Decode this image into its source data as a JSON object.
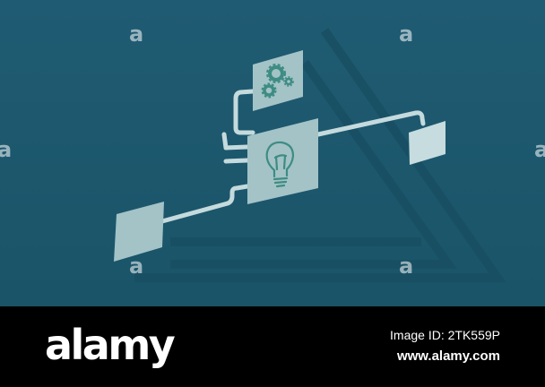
{
  "colors": {
    "background": "#1d5970",
    "shape_fill": "#a3c3c7",
    "connector": "#c4dadd",
    "icon": "#3e8c83",
    "footer": "#000000",
    "footer_text": "#ffffff"
  },
  "diagram": {
    "boxes": [
      {
        "name": "gears-box",
        "icon": "gears-icon"
      },
      {
        "name": "lightbulb-box",
        "icon": "lightbulb-icon"
      },
      {
        "name": "left-blank-box",
        "icon": ""
      },
      {
        "name": "right-blank-box",
        "icon": ""
      }
    ]
  },
  "watermark": {
    "glyph": "a"
  },
  "footer": {
    "brand": "alamy",
    "stock_id": "Image ID: 2TK559P",
    "url": "www.alamy.com"
  }
}
